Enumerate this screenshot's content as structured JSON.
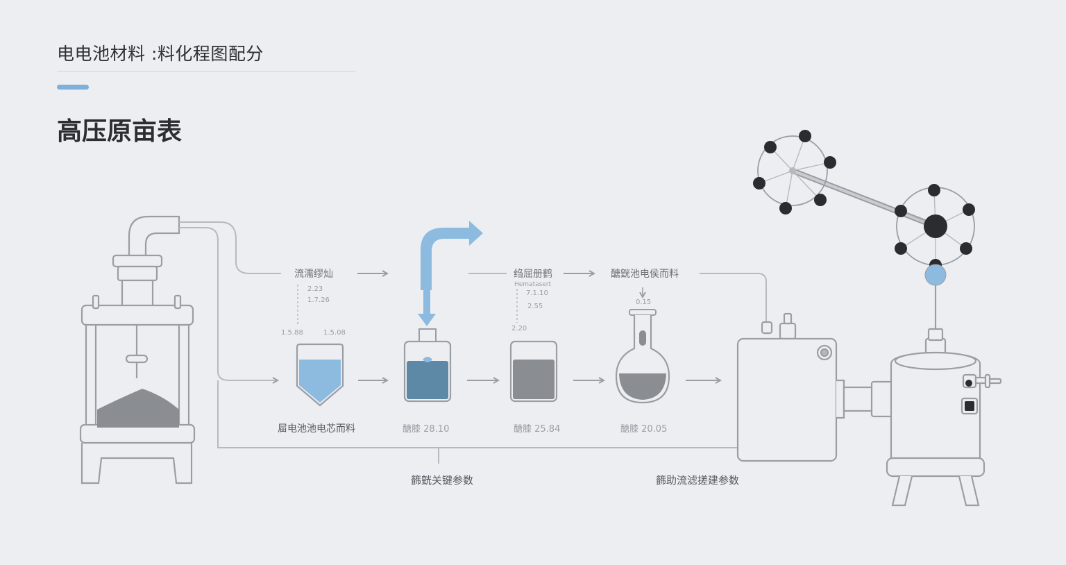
{
  "header": {
    "title": "电电池材料 :料化程图配分",
    "subtitle": "高压原亩表"
  },
  "steps": {
    "step1_label": "流濡缪灿",
    "step1_v1": "2.23",
    "step1_v2": "1.7.26",
    "step1_v3": "1.5.88",
    "step1_v4": "1.5.08",
    "step2_label": "绉屈册鹤",
    "step2_v0": "Hematasert",
    "step2_v1": "7.1.10",
    "step2_v2": "2.55",
    "step2_v3": "2.20",
    "step3_label": "醣皝池电侯而料",
    "step3_v1": "0.15"
  },
  "vessels": {
    "v1_caption": "屇电池池电芯而料",
    "v2_caption": "醣膝 28.10",
    "v3_caption": "醣膝 25.84",
    "v4_caption": "醣膝 20.05"
  },
  "bottom": {
    "left_caption": "籂皝关键参数",
    "right_caption": "籂助流滤搓建参数"
  },
  "colors": {
    "stroke": "#9a9ea4",
    "blue_light": "#8dbbe0",
    "blue_dark": "#5d88a6",
    "grey_fill": "#8a8d91",
    "node": "#2a2c30"
  }
}
